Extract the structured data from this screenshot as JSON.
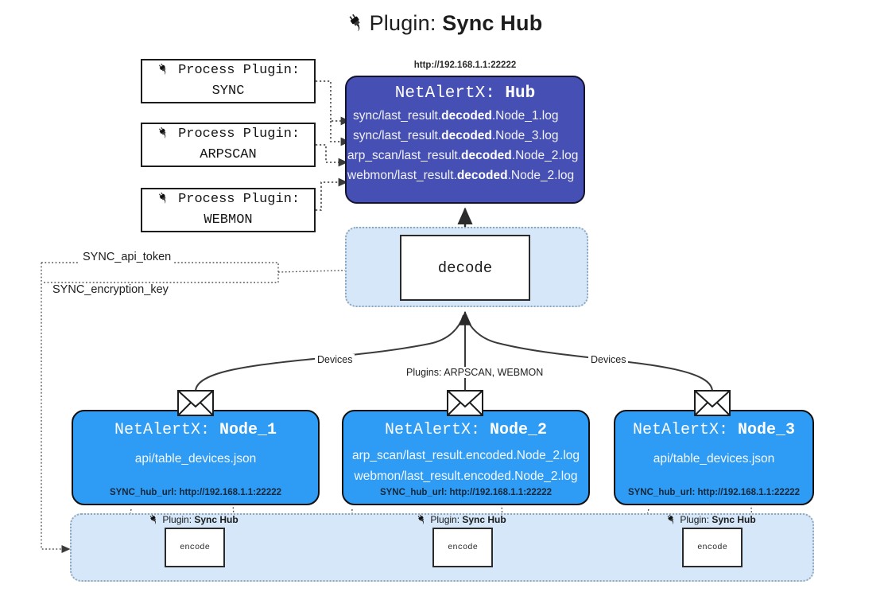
{
  "page": {
    "title_prefix": "Plugin: ",
    "title_main": "Sync Hub",
    "plug_icon": "plug-icon"
  },
  "process_plugins": [
    {
      "line1": "Process Plugin:",
      "line2": "SYNC",
      "icon": "plug-icon"
    },
    {
      "line1": "Process Plugin:",
      "line2": "ARPSCAN",
      "icon": "plug-icon"
    },
    {
      "line1": "Process Plugin:",
      "line2": "WEBMON",
      "icon": "plug-icon"
    }
  ],
  "hub": {
    "url": "http://192.168.1.1:22222",
    "title_prefix": "NetAlertX: ",
    "title_name": "Hub",
    "logs": [
      {
        "pre": "sync/last_result.",
        "mid": "decoded",
        "post": ".Node_1.log"
      },
      {
        "pre": "sync/last_result.",
        "mid": "decoded",
        "post": ".Node_3.log"
      },
      {
        "pre": "arp_scan/last_result.",
        "mid": "decoded",
        "post": ".Node_2.log"
      },
      {
        "pre": "webmon/last_result.",
        "mid": "decoded",
        "post": ".Node_2.log"
      }
    ]
  },
  "decode": {
    "label": "decode"
  },
  "secrets": [
    {
      "label": "SYNC_api_token"
    },
    {
      "label": "SYNC_encryption_key"
    }
  ],
  "edge_labels": {
    "devices_left": "Devices",
    "plugins_middle": "Plugins: ARPSCAN, WEBMON",
    "devices_right": "Devices"
  },
  "nodes": [
    {
      "title_prefix": "NetAlertX: ",
      "title_name": "Node_1",
      "lines": [
        "api/table_devices.json"
      ],
      "url_key": "SYNC_hub_url: ",
      "url_value": "http://192.168.1.1:22222",
      "envelope_icon": "envelope-icon"
    },
    {
      "title_prefix": "NetAlertX: ",
      "title_name": "Node_2",
      "lines": [
        "arp_scan/last_result.encoded.Node_2.log",
        "webmon/last_result.encoded.Node_2.log"
      ],
      "url_key": "SYNC_hub_url: ",
      "url_value": "http://192.168.1.1:22222",
      "envelope_icon": "envelope-icon"
    },
    {
      "title_prefix": "NetAlertX: ",
      "title_name": "Node_3",
      "lines": [
        "api/table_devices.json"
      ],
      "url_key": "SYNC_hub_url: ",
      "url_value": "http://192.168.1.1:22222",
      "envelope_icon": "envelope-icon"
    }
  ],
  "encoders": [
    {
      "plugin_prefix": "Plugin: ",
      "plugin_name": "Sync Hub",
      "label": "encode",
      "icon": "plug-icon"
    },
    {
      "plugin_prefix": "Plugin: ",
      "plugin_name": "Sync Hub",
      "label": "encode",
      "icon": "plug-icon"
    },
    {
      "plugin_prefix": "Plugin: ",
      "plugin_name": "Sync Hub",
      "label": "encode",
      "icon": "plug-icon"
    }
  ],
  "colors": {
    "hub_fill": "#4650b4",
    "node_fill": "#2e9bf5",
    "band_fill": "#d5e7f9",
    "band_border": "#8fa7bb",
    "stroke": "#2b2b2b",
    "page_bg": "#ffffff"
  }
}
